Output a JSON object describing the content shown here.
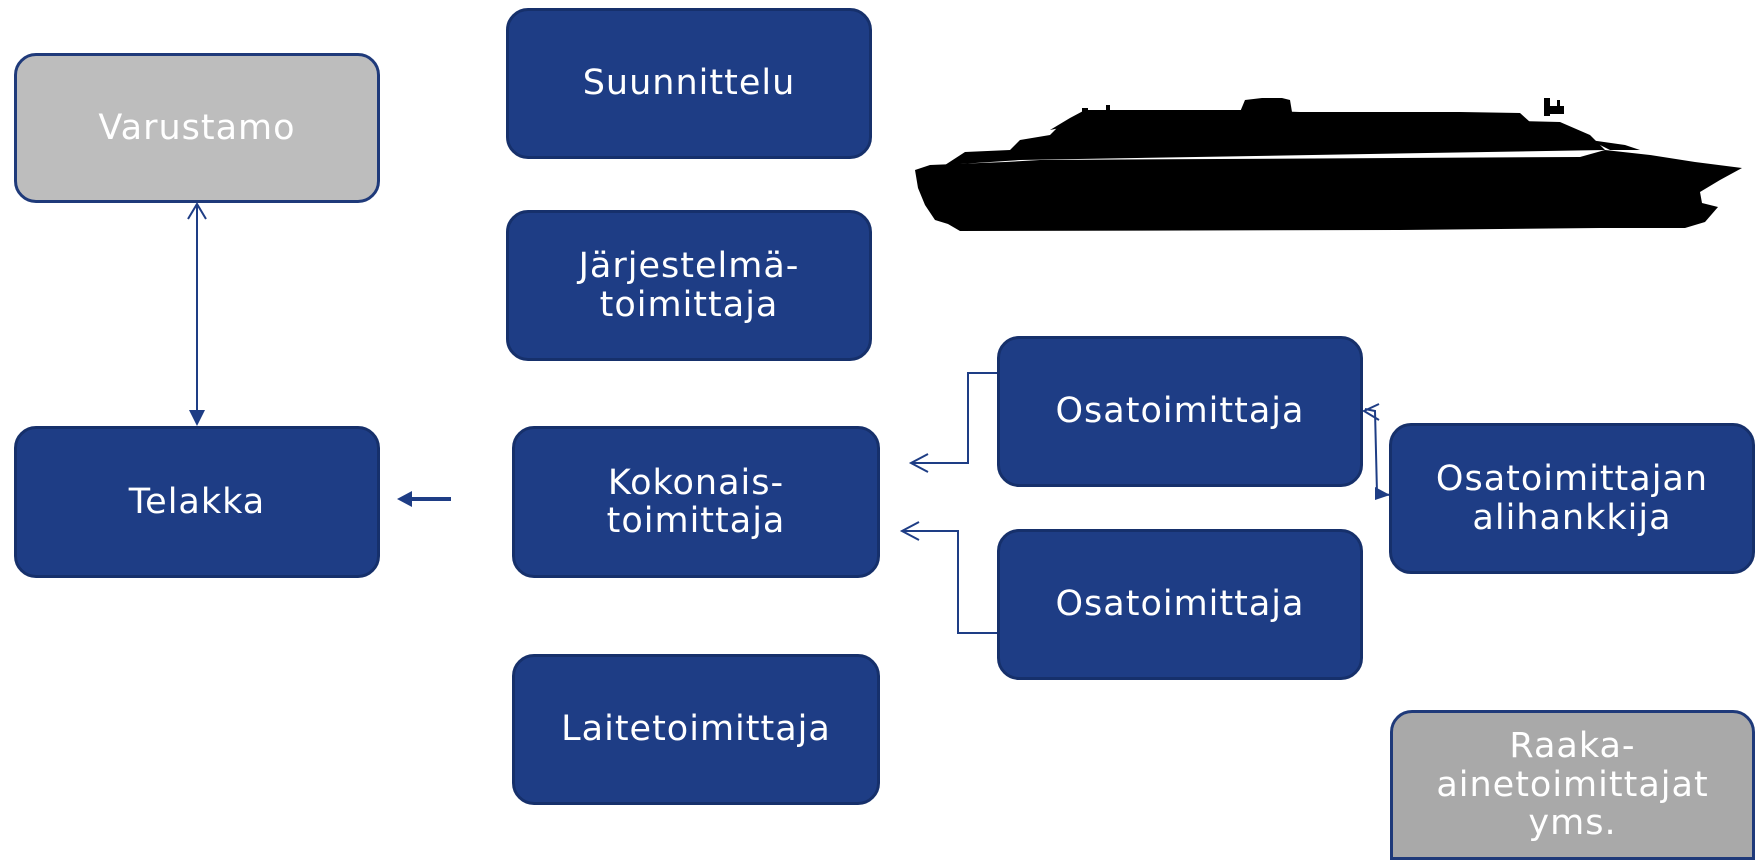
{
  "nodes": {
    "varustamo": "Varustamo",
    "suunnittelu": "Suunnittelu",
    "jarjestelmatoimittaja": "Järjestelmä-\ntoimittaja",
    "telakka": "Telakka",
    "kokonaistoimittaja": "Kokonais-\ntoimittaja",
    "osatoimittaja_1": "Osatoimittaja",
    "osatoimittaja_2": "Osatoimittaja",
    "osatoimittajan_alihankkija": "Osatoimittajan\nalihankkija",
    "laitetoimittaja": "Laitetoimittaja",
    "raaka_ainetoimittajat": "Raaka-\nainetoimittajat\nyms."
  },
  "colors": {
    "box_fill": "#1e3d85",
    "box_border": "#16306b",
    "gray_fill": "#bdbdbd",
    "gray_fill_dark": "#a9a9a9",
    "connector": "#1e3d85",
    "ship": "#000000"
  },
  "icons": {
    "ship": "cruise-ship-silhouette-icon"
  }
}
